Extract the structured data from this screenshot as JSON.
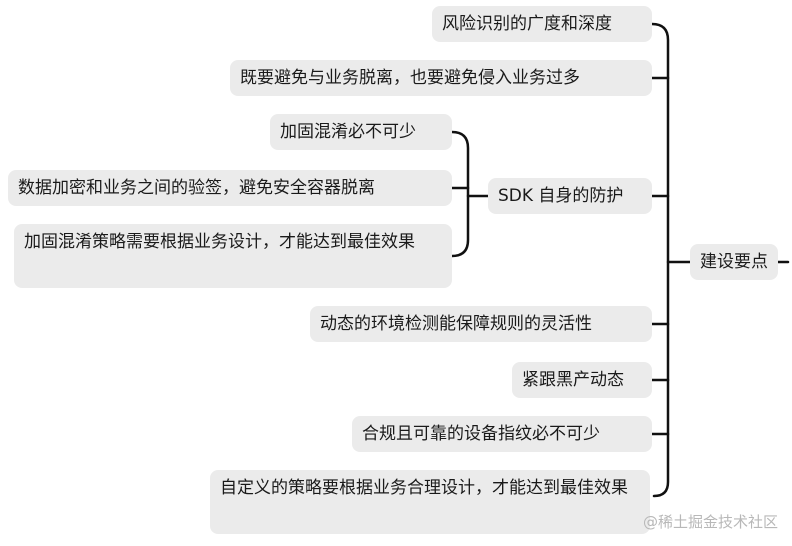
{
  "root": {
    "label": "建设要点"
  },
  "branches": [
    {
      "label": "风险识别的广度和深度"
    },
    {
      "label": "既要避免与业务脱离，也要避免侵入业务过多"
    },
    {
      "label": "SDK 自身的防护",
      "children": [
        {
          "label": "加固混淆必不可少"
        },
        {
          "label": "数据加密和业务之间的验签，避免安全容器脱离"
        },
        {
          "label": "加固混淆策略需要根据业务设计，才能达到最佳效果"
        }
      ]
    },
    {
      "label": "动态的环境检测能保障规则的灵活性"
    },
    {
      "label": "紧跟黑产动态"
    },
    {
      "label": "合规且可靠的设备指纹必不可少"
    },
    {
      "label": "自定义的策略要根据业务合理设计，才能达到最佳效果"
    }
  ],
  "watermark": "@稀土掘金技术社区",
  "colors": {
    "node_bg": "#ebebeb",
    "line": "#111111",
    "watermark": "#b8b8b8"
  }
}
